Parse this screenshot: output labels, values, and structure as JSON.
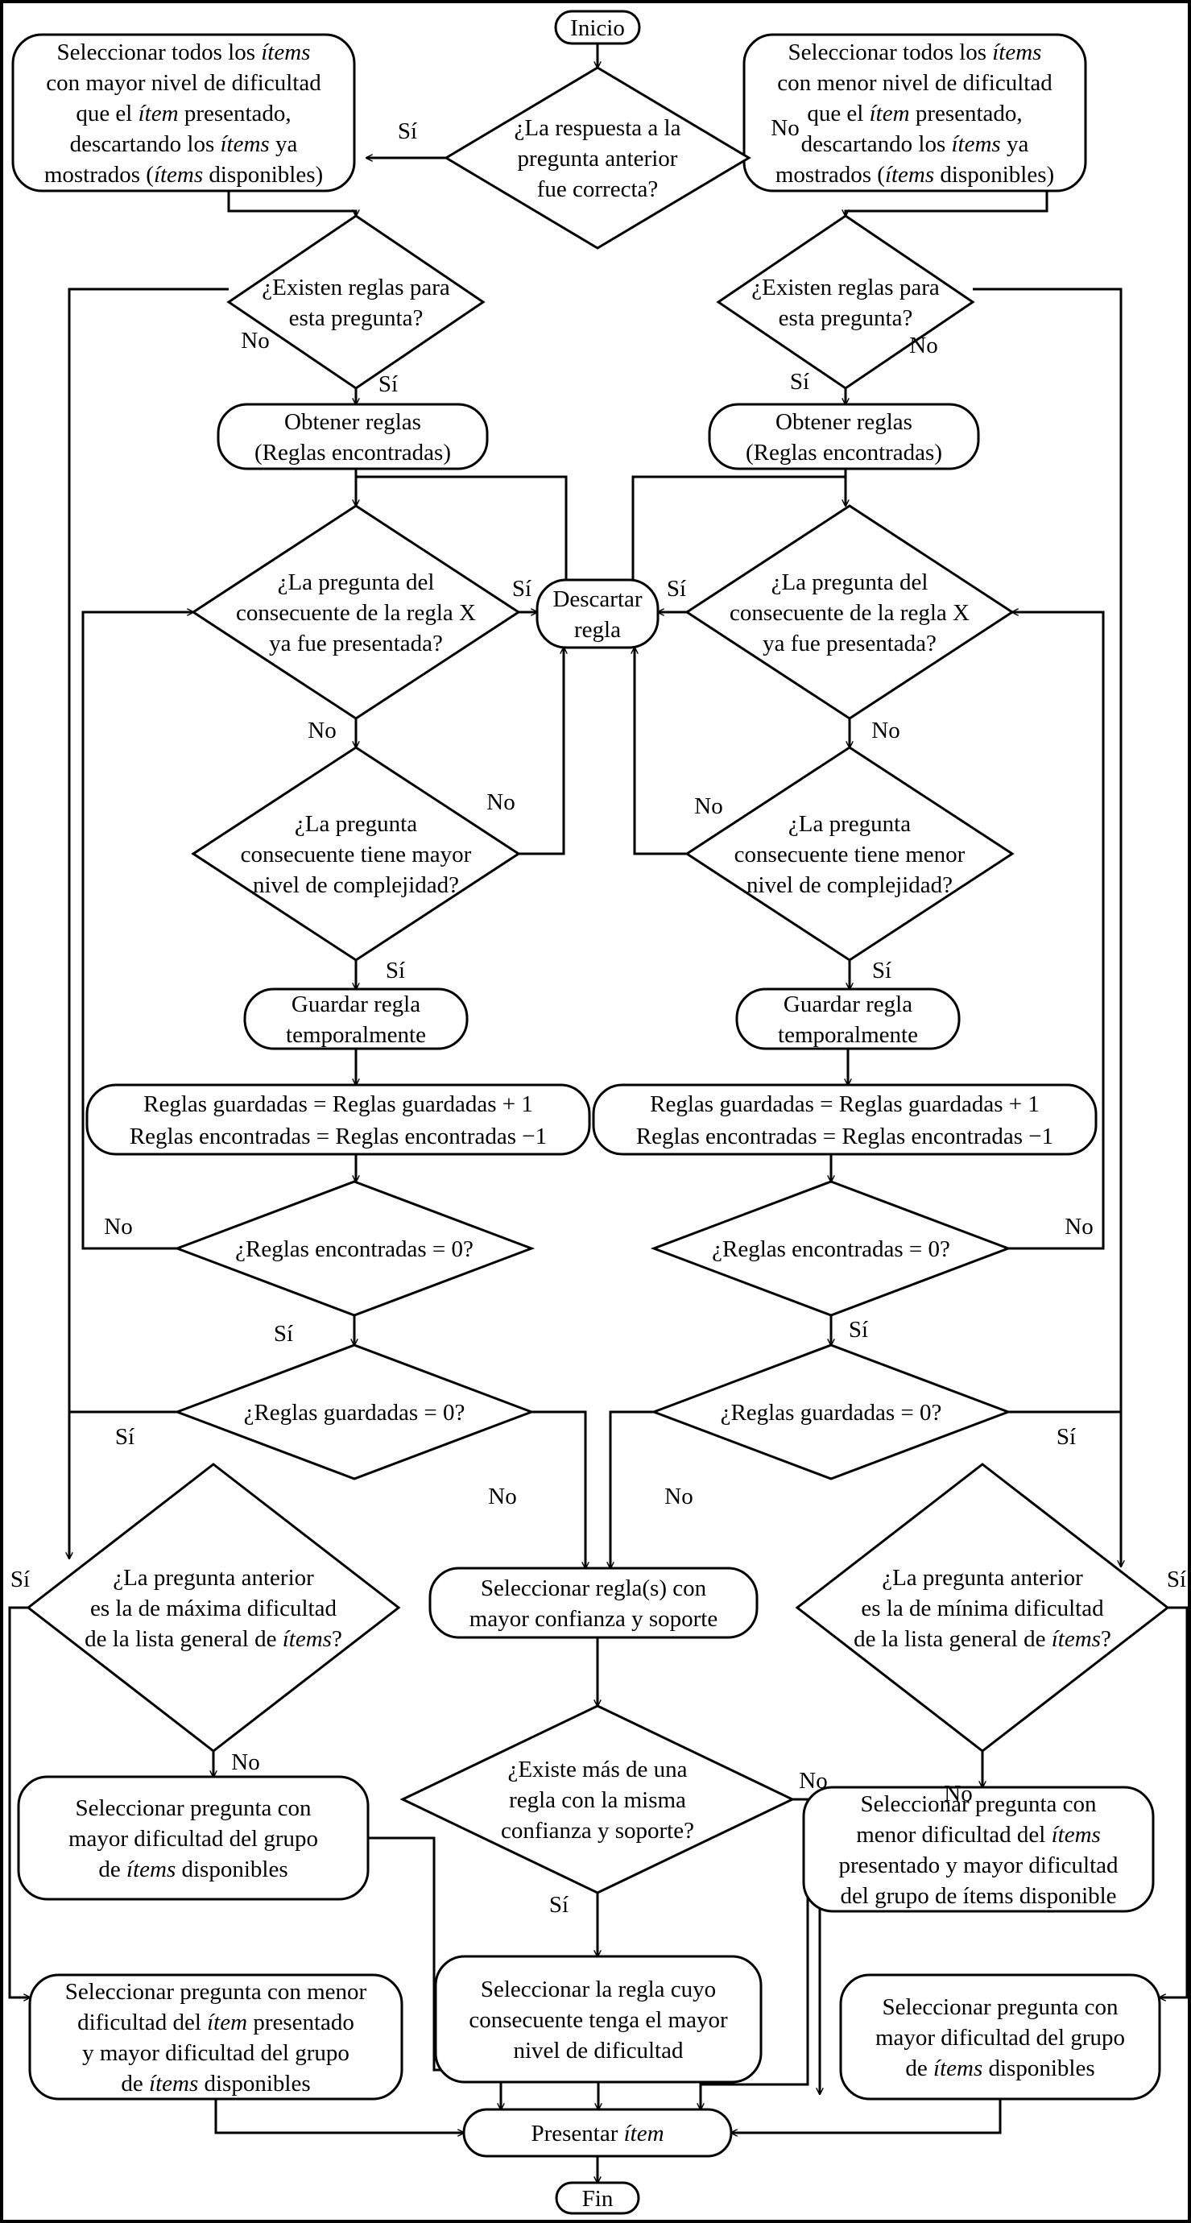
{
  "nodes": {
    "inicio": [
      "Inicio"
    ],
    "sel_mayor_top": [
      "Seleccionar todos los |ítems|",
      "con mayor nivel de dificultad",
      "que el |ítem| presentado,",
      "descartando los |ítems| ya",
      "mostrados (|ítems| disponibles)"
    ],
    "sel_menor_top": [
      "Seleccionar todos los |ítems|",
      "con menor nivel de dificultad",
      "que el |ítem| presentado,",
      "descartando los |ítems| ya",
      "mostrados (|ítems| disponibles)"
    ],
    "q_correcta": [
      "¿La respuesta a la",
      "pregunta anterior",
      "fue correcta?"
    ],
    "existen_l": [
      "¿Existen reglas para",
      "esta pregunta?"
    ],
    "existen_r": [
      "¿Existen reglas para",
      "esta pregunta?"
    ],
    "obtener_l": [
      "Obtener reglas",
      "(Reglas encontradas)"
    ],
    "obtener_r": [
      "Obtener reglas",
      "(Reglas encontradas)"
    ],
    "consec_l": [
      "¿La pregunta del",
      "consecuente de la regla X",
      "ya fue presentada?"
    ],
    "consec_r": [
      "¿La pregunta del",
      "consecuente de la regla X",
      "ya fue presentada?"
    ],
    "descartar": [
      "Descartar",
      "regla"
    ],
    "complej_l": [
      "¿La pregunta",
      "consecuente tiene mayor",
      "nivel de complejidad?"
    ],
    "complej_r": [
      "¿La pregunta",
      "consecuente tiene menor",
      "nivel de complejidad?"
    ],
    "guardar_l": [
      "Guardar regla",
      "temporalmente"
    ],
    "guardar_r": [
      "Guardar regla",
      "temporalmente"
    ],
    "contador_l": [
      "Reglas guardadas = Reglas guardadas + 1",
      "Reglas encontradas = Reglas encontradas −1"
    ],
    "contador_r": [
      "Reglas guardadas = Reglas guardadas + 1",
      "Reglas encontradas = Reglas encontradas −1"
    ],
    "encontradas_l": [
      "¿Reglas encontradas = 0?"
    ],
    "encontradas_r": [
      "¿Reglas encontradas = 0?"
    ],
    "guardadas_l": [
      "¿Reglas guardadas = 0?"
    ],
    "guardadas_r": [
      "¿Reglas guardadas = 0?"
    ],
    "maxima": [
      "¿La pregunta anterior",
      "es la de máxima dificultad",
      "de la lista general de |ítems|?"
    ],
    "minima": [
      "¿La pregunta anterior",
      "es la de mínima dificultad",
      "de la lista general de |ítems|?"
    ],
    "sel_regla": [
      "Seleccionar regla(s) con",
      "mayor confianza y soporte"
    ],
    "existe_mas": [
      "¿Existe más de una",
      "regla con la misma",
      "confianza y soporte?"
    ],
    "sel_preg_mayor": [
      "Seleccionar pregunta con",
      "mayor dificultad del grupo",
      "de |ítems| disponibles"
    ],
    "sel_preg_menor_mayor": [
      "Seleccionar pregunta con menor",
      "dificultad del |ítem| presentado",
      "y mayor dificultad del grupo",
      "de |ítems| disponibles"
    ],
    "sel_regla_consec": [
      "Seleccionar la regla cuyo",
      "consecuente tenga el mayor",
      "nivel de dificultad"
    ],
    "sel_preg_menor_items": [
      "Seleccionar pregunta con",
      "menor dificultad del |ítems|",
      "presentado y mayor dificultad",
      "del grupo de ítems disponible"
    ],
    "sel_preg_mayor_r": [
      "Seleccionar pregunta con",
      "mayor dificultad del grupo",
      "de |ítems| disponibles"
    ],
    "presentar": [
      "Presentar |ítem|"
    ],
    "fin": [
      "Fin"
    ]
  },
  "edge_labels": {
    "si": "Sí",
    "no": "No"
  }
}
